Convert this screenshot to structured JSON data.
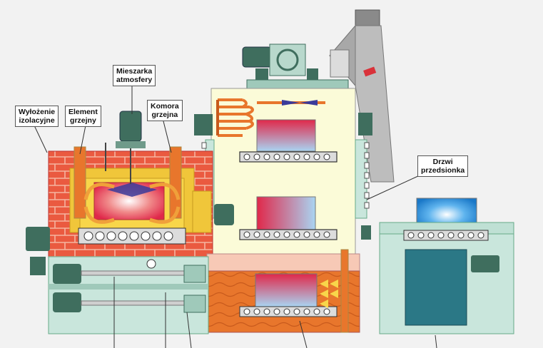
{
  "labels": {
    "insulation": "Wyłożenie\nizolacyjne",
    "heating_element": "Element\ngrzejny",
    "atmosphere_mixer": "Mieszarka\natmosfery",
    "heating_chamber": "Komora\ngrzejna",
    "vestibule_door": "Drzwi\nprzedsionka"
  },
  "colors": {
    "brick": "#e8503a",
    "cream": "#fbfbd8",
    "mint": "#c9e6dc",
    "oil": "#e8762c",
    "pink": "#f7c9b6",
    "motor": "#3f6e5e",
    "chimney": "#bdbdbd"
  }
}
